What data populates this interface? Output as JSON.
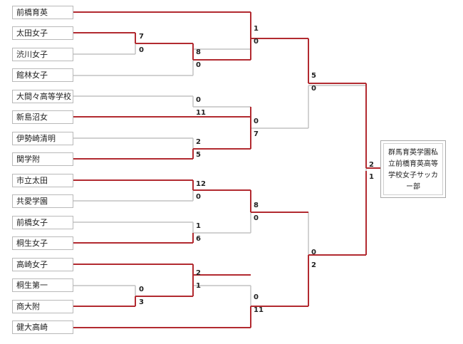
{
  "tournament": {
    "teams": [
      "前橋育英",
      "太田女子",
      "渋川女子",
      "館林女子",
      "大間々高等学校",
      "新島沼女",
      "伊勢崎清明",
      "関学附",
      "市立太田",
      "共愛学園",
      "前橋女子",
      "桐生女子",
      "高崎女子",
      "桐生第一",
      "商大附",
      "健大高崎"
    ],
    "scores": {
      "r1_pair2": [
        "7",
        "0"
      ],
      "r1_pair14": [
        "0",
        "3"
      ],
      "r2_m1": [
        "1",
        "0"
      ],
      "r2_m2": [
        "8",
        "0"
      ],
      "r2_m3": [
        "0",
        "11"
      ],
      "r2_m4": [
        "2",
        "5"
      ],
      "r2_m5": [
        "12",
        "0"
      ],
      "r2_m6": [
        "1",
        "6"
      ],
      "r2_m7": [
        "2",
        "1"
      ],
      "qf_1": [
        "0",
        "7"
      ],
      "qf_2": [
        "8",
        "0"
      ],
      "qf_3": [
        "0",
        "11"
      ],
      "sf_1": [
        "5",
        "0"
      ],
      "sf_2": [
        "0",
        "2"
      ],
      "final": [
        "2",
        "1"
      ]
    },
    "champion": "群馬育英学園私立前橋育英高等学校女子サッカー部",
    "colors": {
      "winner_line": "#b22a30",
      "loser_line": "#c2c2c2"
    }
  }
}
